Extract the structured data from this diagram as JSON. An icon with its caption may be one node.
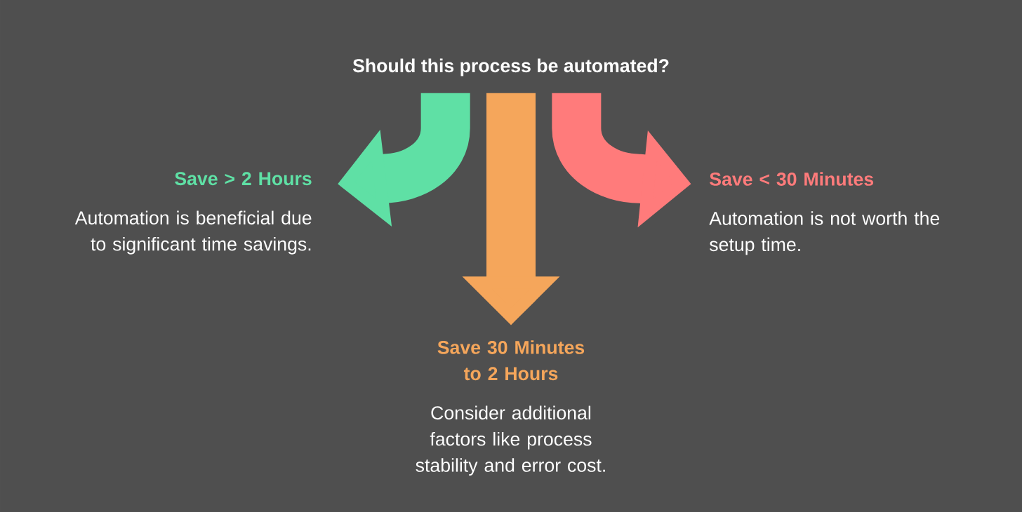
{
  "diagram": {
    "nodes": [
      {
        "text": [
          "Should this process be automated?"
        ]
      },
      {
        "text": [
          "Save > 2 Hours",
          "Automation is beneficial due to significant time savings."
        ]
      },
      {
        "text": [
          "Save 30 Minutes to 2 Hours",
          "Consider additional factors like process stability and error cost."
        ]
      },
      {
        "text": [
          "Save < 30 Minutes",
          "Automation is not worth the setup time."
        ]
      }
    ],
    "edges": [
      {
        "from": 0,
        "to": 1,
        "arrow": "to",
        "color": "#5fe0a5"
      },
      {
        "from": 0,
        "to": 2,
        "arrow": "to",
        "color": "#f5a65b"
      },
      {
        "from": 0,
        "to": 3,
        "arrow": "to",
        "color": "#ff7b7b"
      }
    ]
  }
}
